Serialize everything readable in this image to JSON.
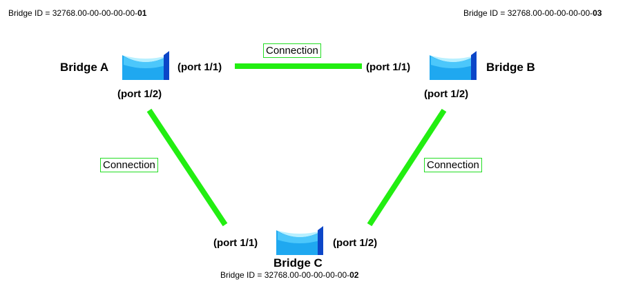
{
  "bridges": {
    "a": {
      "name": "Bridge A",
      "id_prefix": "Bridge ID = 32768.00-00-00-00-00-",
      "id_suffix": "01",
      "port1": "(port 1/1)",
      "port2": "(port 1/2)"
    },
    "b": {
      "name": "Bridge B",
      "id_prefix": "Bridge ID = 32768.00-00-00-00-00-",
      "id_suffix": "03",
      "port1": "(port 1/1)",
      "port2": "(port 1/2)"
    },
    "c": {
      "name": "Bridge C",
      "id_prefix": "Bridge ID = 32768.00-00-00-00-00-",
      "id_suffix": "02",
      "port1": "(port 1/1)",
      "port2": "(port 1/2)"
    }
  },
  "connections": {
    "ab": "Connection",
    "ac": "Connection",
    "bc": "Connection"
  },
  "colors": {
    "link": "#22ee11",
    "label_border": "#22dd22",
    "bridge_light": "#5fd4ff",
    "bridge_mid": "#1fa8f0",
    "bridge_dark": "#0c46c8"
  },
  "icons": {
    "bridge": "bridge-icon"
  }
}
